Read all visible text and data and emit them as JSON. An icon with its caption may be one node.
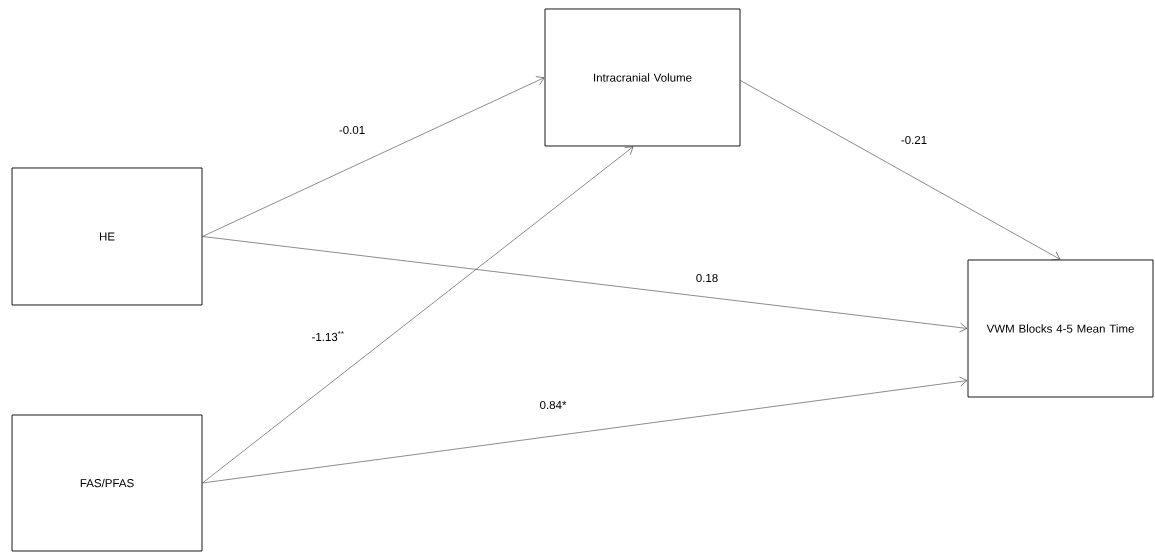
{
  "diagram": {
    "nodes": [
      {
        "text": [
          "HE"
        ]
      },
      {
        "text": [
          "FAS/PFAS"
        ]
      },
      {
        "text": [
          "Intracranial Volume"
        ]
      },
      {
        "text": [
          "VWM Blocks 4-5 Mean Time"
        ]
      }
    ],
    "edges": [
      {
        "from": 0,
        "to": 2,
        "arrow": "to",
        "label": "-0.01"
      },
      {
        "from": 1,
        "to": 2,
        "arrow": "to",
        "label": "-1.13$^{**}$"
      },
      {
        "from": 2,
        "to": 3,
        "arrow": "to",
        "label": "-0.21"
      },
      {
        "from": 0,
        "to": 3,
        "arrow": "to",
        "label": "0.18"
      },
      {
        "from": 1,
        "to": 3,
        "arrow": "to",
        "label": "0.84*"
      }
    ]
  }
}
